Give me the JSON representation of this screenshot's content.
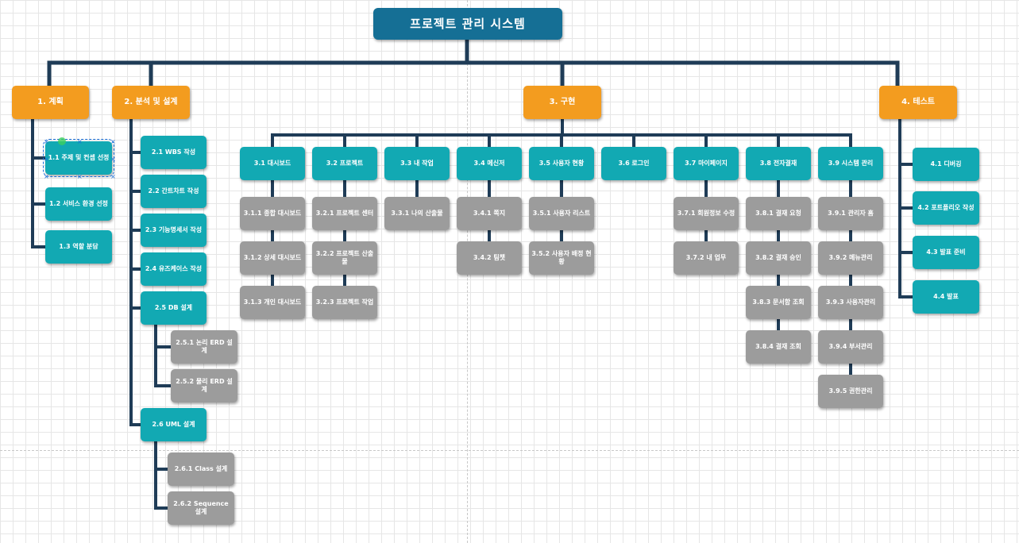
{
  "title": "프로젝트 관리 시스템",
  "colors": {
    "root": "#156f95",
    "phase": "#f39c1f",
    "task": "#12a9b3",
    "subtask": "#9c9c9c",
    "connector": "#1f3c57"
  },
  "selected": "1.1 주제 및 컨셉 선정",
  "phases": [
    {
      "label": "1. 계획",
      "children": [
        {
          "label": "1.1 주제 및 컨셉 선정"
        },
        {
          "label": "1.2 서비스 환경 선정"
        },
        {
          "label": "1.3 역할 분담"
        }
      ]
    },
    {
      "label": "2. 분석 및 설계",
      "children": [
        {
          "label": "2.1 WBS 작성"
        },
        {
          "label": "2.2 간트차트 작성"
        },
        {
          "label": "2.3 기능명세서 작성"
        },
        {
          "label": "2.4 유즈케이스 작성"
        },
        {
          "label": "2.5 DB 설계",
          "children": [
            {
              "label": "2.5.1 논리 ERD 설계"
            },
            {
              "label": "2.5.2 물리 ERD 설계"
            }
          ]
        },
        {
          "label": "2.6 UML 설계",
          "children": [
            {
              "label": "2.6.1 Class 설계"
            },
            {
              "label": "2.6.2 Sequence 설계"
            }
          ]
        }
      ]
    },
    {
      "label": "3. 구현",
      "children": [
        {
          "label": "3.1 대시보드",
          "children": [
            {
              "label": "3.1.1 종합 대시보드"
            },
            {
              "label": "3.1.2 상세 대시보드"
            },
            {
              "label": "3.1.3 개인 대시보드"
            }
          ]
        },
        {
          "label": "3.2 프로젝트",
          "children": [
            {
              "label": "3.2.1 프로젝트 센터"
            },
            {
              "label": "3.2.2 프로젝트 산출물"
            },
            {
              "label": "3.2.3 프로젝트 작업"
            }
          ]
        },
        {
          "label": "3.3 내 작업",
          "children": [
            {
              "label": "3.3.1 나의 산출물"
            }
          ]
        },
        {
          "label": "3.4 메신저",
          "children": [
            {
              "label": "3.4.1 쪽지"
            },
            {
              "label": "3.4.2 팀챗"
            }
          ]
        },
        {
          "label": "3.5 사용자 현황",
          "children": [
            {
              "label": "3.5.1 사용자 리스트"
            },
            {
              "label": "3.5.2 사용자 배정 현황"
            }
          ]
        },
        {
          "label": "3.6 로그인",
          "children": []
        },
        {
          "label": "3.7 마이페이지",
          "children": [
            {
              "label": "3.7.1 회원정보 수정"
            },
            {
              "label": "3.7.2 내 업무"
            }
          ]
        },
        {
          "label": "3.8 전자결재",
          "children": [
            {
              "label": "3.8.1 결재 요청"
            },
            {
              "label": "3.8.2 결재 승인"
            },
            {
              "label": "3.8.3 문서함 조회"
            },
            {
              "label": "3.8.4 결재 조회"
            }
          ]
        },
        {
          "label": "3.9 시스템 관리",
          "children": [
            {
              "label": "3.9.1 관리자 홈"
            },
            {
              "label": "3.9.2 메뉴관리"
            },
            {
              "label": "3.9.3 사용자관리"
            },
            {
              "label": "3.9.4 부서관리"
            },
            {
              "label": "3.9.5 권한관리"
            }
          ]
        }
      ]
    },
    {
      "label": "4. 테스트",
      "children": [
        {
          "label": "4.1 디버깅"
        },
        {
          "label": "4.2 포트폴리오 작성"
        },
        {
          "label": "4.3 발표 준비"
        },
        {
          "label": "4.4 발표"
        }
      ]
    }
  ]
}
